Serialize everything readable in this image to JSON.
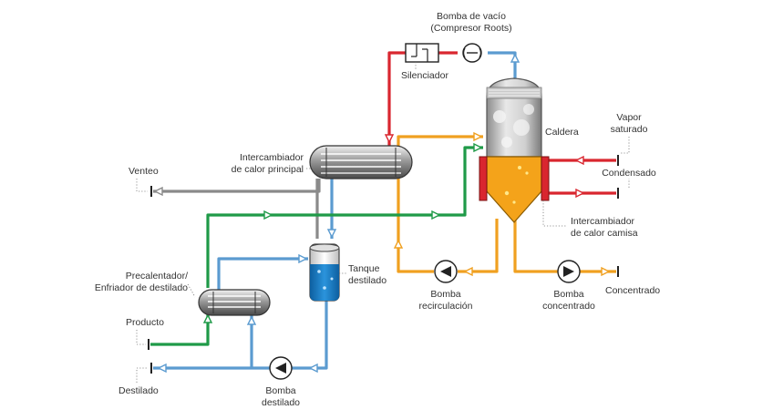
{
  "diagram": {
    "labels": {
      "vacuum_pump_line1": "Bomba de vacío",
      "vacuum_pump_line2": "(Compresor Roots)",
      "silencer": "Silenciador",
      "boiler": "Caldera",
      "saturated_steam_line1": "Vapor",
      "saturated_steam_line2": "saturado",
      "condensate": "Condensado",
      "jacket_exchanger_line1": "Intercambiador",
      "jacket_exchanger_line2": "de calor camisa",
      "main_exchanger_line1": "Intercambiador",
      "main_exchanger_line2": "de calor principal",
      "vent": "Venteo",
      "distillate_tank_line1": "Tanque",
      "distillate_tank_line2": "destilado",
      "preheater_line1": "Precalentador/",
      "preheater_line2": "Enfriador de destilado",
      "product": "Producto",
      "distillate": "Destilado",
      "distillate_pump_line1": "Bomba",
      "distillate_pump_line2": "destilado",
      "recirculation_pump_line1": "Bomba",
      "recirculation_pump_line2": "recirculación",
      "concentrate_pump_line1": "Bomba",
      "concentrate_pump_line2": "concentrado",
      "concentrate": "Concentrado"
    },
    "colors": {
      "vapor_line": "#d9262f",
      "recirculation_line": "#f0a020",
      "product_line": "#1f9a48",
      "distillate_line": "#5b9bd0",
      "vent_line": "#8a8a8a",
      "liquid_fill": "#f4a31a",
      "tank_fill": "#1d7fc8"
    }
  }
}
